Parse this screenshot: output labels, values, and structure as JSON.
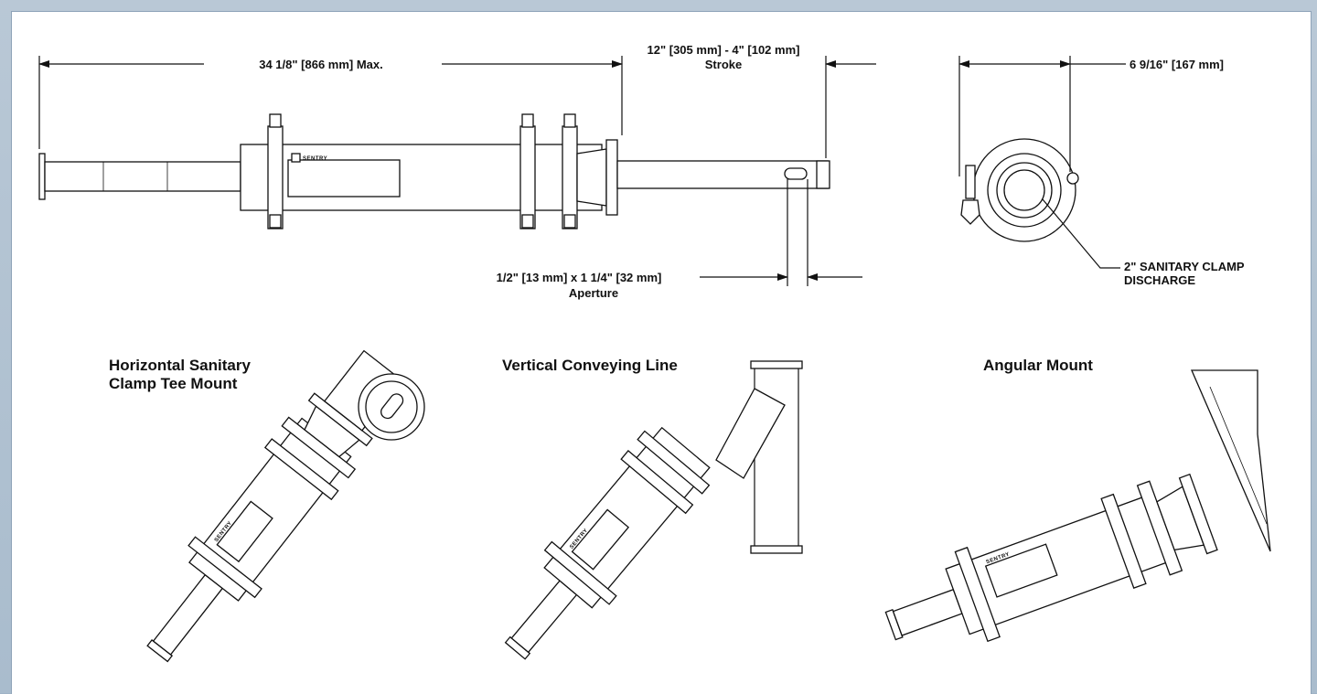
{
  "dimensions": {
    "overall_length": "34 1/8\" [866 mm] Max.",
    "stroke_range": "12\" [305 mm] - 4\" [102 mm]",
    "stroke_label": "Stroke",
    "diameter": "6 9/16\" [167 mm]",
    "aperture_size": "1/2\" [13 mm] x 1 1/4\" [32 mm]",
    "aperture_label": "Aperture",
    "discharge_line1": "2\" SANITARY CLAMP",
    "discharge_line2": "DISCHARGE"
  },
  "mounts": {
    "horizontal_line1": "Horizontal Sanitary",
    "horizontal_line2": "Clamp Tee Mount",
    "vertical": "Vertical Conveying Line",
    "angular": "Angular Mount"
  },
  "brand": "SENTRY"
}
